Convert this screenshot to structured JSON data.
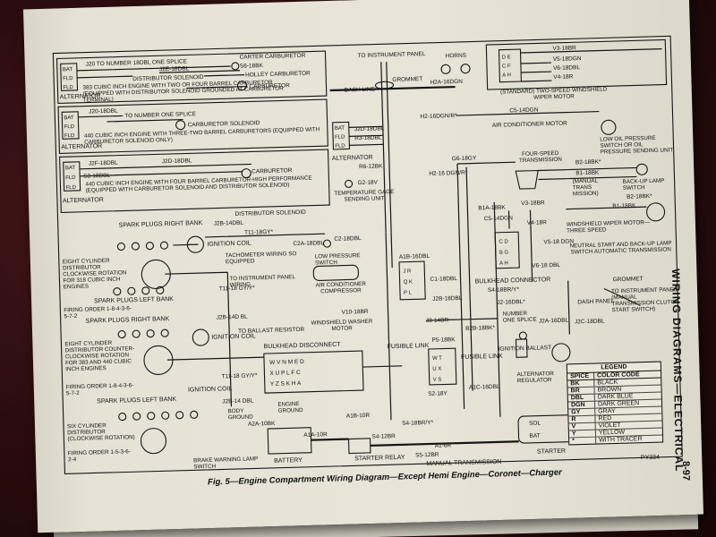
{
  "document": {
    "running_head": "WIRING DIAGRAMS—ELECTRICAL",
    "page_number": "8-97",
    "caption": "Fig. 5—Engine Compartment Wiring Diagram—Except Hemi Engine—Coronet—Charger",
    "ref_code": "PY334"
  },
  "legend": {
    "title": "LEGEND",
    "col_spice": "SPICE",
    "col_code": "COLOR CODE",
    "rows": [
      {
        "code": "BK",
        "name": "BLACK"
      },
      {
        "code": "BR",
        "name": "BROWN"
      },
      {
        "code": "DBL",
        "name": "DARK BLUE"
      },
      {
        "code": "DGN",
        "name": "DARK GREEN"
      },
      {
        "code": "GY",
        "name": "GRAY"
      },
      {
        "code": "R",
        "name": "RED"
      },
      {
        "code": "V",
        "name": "VIOLET"
      },
      {
        "code": "Y",
        "name": "YELLOW"
      },
      {
        "code": "*",
        "name": "WITH TRACER"
      }
    ]
  },
  "labels": {
    "to_instrument_panel": "TO INSTRUMENT PANEL",
    "grommet": "GROMMET",
    "dash_line": "DASH LINE",
    "horns": "HORNS",
    "h2a": "H2A-16DGN",
    "h2_16dgn": "H2-16DGN/R*",
    "wiper": "(STANDARD) TWO-SPEED WINDSHIELD WIPER MOTOR",
    "v3_18br": "V3-18BR",
    "v5_18dgn": "V5-18DGN",
    "v6_18dbl": "V6-18DBL",
    "v4_18r": "V4-18R",
    "c5_14dgn": "C5-14DGN",
    "ac_motor": "AIR CONDITIONER MOTOR",
    "low_oil": "LOW OIL PRESSURE SWITCH OR OIL PRESSURE SENDING UNIT",
    "j20_12": "J20 TO NUMBER 18DBL ONE SPLICE",
    "j2e_18dbl": "J2E-18DBL",
    "carter": "CARTER CARBURETOR",
    "s6_18bk": "S6-18BK",
    "holley": "HOLLEY CARBURETOR",
    "dist_sol": "DISTRIBUTOR SOLENOID",
    "carburetor": "CARBURETOR",
    "alternator": "ALTERNATOR",
    "eng383": "383 CUBIC INCH ENGINE WITH TWO OR FOUR BARREL CARBURETOR (EQUIPPED WITH DISTRIBUTOR SOLENOID GROUNDED AT CARBURETOR TERMINAL)",
    "j20_18dbl": "J20-18DBL",
    "to_splice": "TO NUMBER ONE SPLICE",
    "carb_sol": "CARBURETOR SOLENOID",
    "eng440_three": "440 CUBIC INCH ENGINE WITH THREE-TWO BARREL CARBURETORS (EQUIPPED WITH CARBURETOR SOLENOID ONLY)",
    "j2f_18dbl": "J2F-18DBL",
    "s3_18dbl": "S3-18DBL",
    "j2d_18dbl": "J2D-18DBL",
    "eng440_four": "440 CUBIC INCH ENGINE WITH FOUR BARREL CARBURETOR-HIGH PERFORMANCE (EQUIPPED WITH CARBURETOR SOLENOID AND DISTRIBUTOR SOLENOID)",
    "j2d_dash": "J2D-18DBL",
    "r3_18dbl": "R3-18DBL",
    "r6_12bk": "R6-12BK",
    "g2_18v": "G2-18V",
    "temp_gage": "TEMPERATURE GAGE SENDING UNIT",
    "g6_18gy": "G6-18GY",
    "h2_16": "H2-16 DGN/R*",
    "four_speed": "FOUR-SPEED TRANSMISSION",
    "b2_18bk": "B2-18BK*",
    "b1_18bk": "B1-18BK",
    "manual_trans": "(MANUAL TRANS MISSION)",
    "backup": "BACK-UP LAMP SWITCH",
    "b1_18bk2": "B1-18BK",
    "b2_18bk2": "B2-18BK*",
    "spark_right": "SPARK PLUGS RIGHT BANK",
    "j2b_14dbl": "J2B-14DBL",
    "t11": "T11-18GY*",
    "ign_coil": "IGNITION COIL",
    "c2a": "C2A-18DBL",
    "c2": "C2-18DBL",
    "dist8": "EIGHT CYLINDER DISTRIBUTOR CLOCKWISE ROTATION FOR 318 CUBIC INCH ENGINES",
    "tach": "TACHOMETER WIRING SO EQUIPPED",
    "lowpress": "LOW PRESSURE SWITCH",
    "to_inst_wiring": "TO INSTRUMENT PANEL WIRING",
    "spark_left": "SPARK PLUGS LEFT BANK",
    "firing1": "FIRING ORDER 1-8-4-3-6-5-7-2",
    "ac_comp": "AIR CONDITIONER COMPRESSOR",
    "t11b": "T11-18 GY/Y*",
    "spark_right2": "SPARK PLUGS RIGHT BANK",
    "j2b_14d": "J2B-14D BL",
    "to_ballast": "TO BALLAST RESISTOR",
    "v10": "V10-18BR",
    "wwasher": "WINDSHIELD WASHER MOTOR",
    "dist8ccw": "EIGHT CYLINDER DISTRIBUTOR COUNTER-CLOCKWISE ROTATION FOR 383 AND 440 CUBIC INCH ENGINES",
    "bulkhead": "BULKHEAD DISCONNECT",
    "firing2": "FIRING ORDER 1-8-4-3-6-5-7-2",
    "t11c": "T11-18 GY/Y*",
    "ign_coil2": "IGNITION COIL",
    "spark_left2": "SPARK PLUGS LEFT BANK",
    "j2b_14": "J2B-14 DBL",
    "body_ground": "BODY GROUND",
    "eng_ground": "ENGINE GROUND",
    "six_cyl": "SIX CYLINDER DISTRIBUTOR (CLOCKWISE ROTATION)",
    "firing3": "FIRING ORDER 1-5-3-6-2-4",
    "a2a": "A2A-10BK",
    "a1a": "A1A-10R",
    "battery": "BATTERY",
    "a1b": "A1B-10R",
    "s4_18br": "S4-18BR/Y*",
    "s4_12": "S4-12BR",
    "starter_relay": "STARTER RELAY",
    "a1_6": "A1-6R",
    "s5": "S5-12BR",
    "manual_trans2": "MANUAL TRANSMISSION",
    "brake_lamp": "BRAKE WARNING LAMP SWITCH",
    "b1a": "B1A-18BK",
    "c5": "C5-14DGN",
    "v3_18br2": "V3-18BR",
    "v5_18": "V5-18 DGN",
    "v6_18": "V6-18 DBL",
    "wiper3": "WINDSHIELD WIPER MOTOR—THREE SPEED",
    "neutral": "NEUTRAL START AND BACK-UP LAMP SWITCH AUTOMATIC TRANSMISSION",
    "bulkhead_conn": "BULKHEAD CONNECTOR",
    "s4_18br_y": "S4-18BR/Y*",
    "grommet2": "GROMMET",
    "dash_panel": "DASH PANEL",
    "to_inst_manual": "TO INSTRUMENT PANEL (MANUAL TRANSMISSION CLUTCH START SWITCH)",
    "a1b_16": "A1B-16DBL",
    "c1_18": "C1-18DBL",
    "j2b_18": "J2B-18DBL",
    "j3_14": "J3-14BR",
    "fusible": "FUSIBLE LINK",
    "p5": "P5-18BK",
    "b2b": "B2B-18BK*",
    "fusible2": "FUSIBLE LINK",
    "s2": "S2-18Y",
    "a1c": "A1C-16DBL",
    "j2_16": "J2-16DBL*",
    "num_one": "NUMBER ONE SPLICE",
    "ign_ballast": "IGNITION BALLAST",
    "j2a": "J2A-16DBL",
    "j2c": "J2C-18DBL",
    "alt_reg": "ALTERNATOR REGULATOR",
    "starter": "STARTER",
    "sol": "SOL",
    "bat": "BAT",
    "fld": "FLD"
  }
}
